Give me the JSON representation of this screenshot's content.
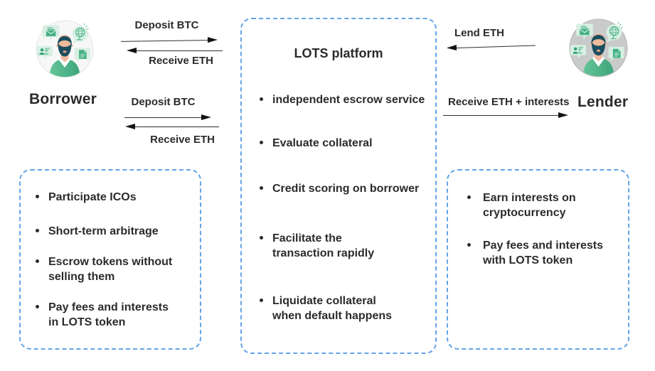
{
  "diagram": {
    "borrower": {
      "label": "Borrower"
    },
    "lender": {
      "label": "Lender"
    },
    "flows": {
      "deposit_top": "Deposit BTC",
      "receive_top": "Receive ETH",
      "deposit_bottom": "Deposit BTC",
      "receive_bottom": "Receive ETH",
      "lend": "Lend ETH",
      "receive_interests": "Receive ETH + interests"
    },
    "platform": {
      "title": "LOTS platform",
      "bullets": [
        "independent escrow service",
        "Evaluate collateral",
        "Credit scoring on borrower",
        "Facilitate the\ntransaction rapidly",
        "Liquidate collateral\nwhen default happens"
      ]
    },
    "borrower_benefits": {
      "bullets": [
        "Participate ICOs",
        "Short-term arbitrage",
        "Escrow tokens without\nselling them",
        "Pay fees and interests\nin LOTS token"
      ]
    },
    "lender_benefits": {
      "bullets": [
        "Earn interests on\ncryptocurrency",
        "Pay fees and interests\nwith LOTS token"
      ]
    },
    "colors": {
      "accent": "#64a4ea",
      "text": "#2b2b2b",
      "arrow": "#222222"
    }
  }
}
